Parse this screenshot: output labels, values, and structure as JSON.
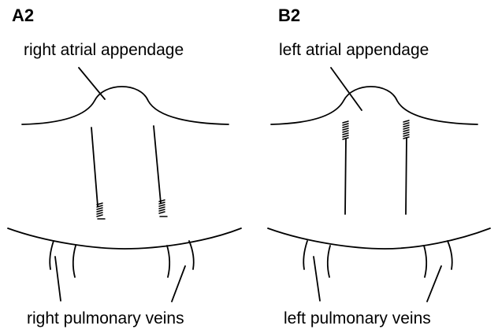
{
  "panels": [
    {
      "panel_label": "A2",
      "top_label": "right atrial appendage",
      "bottom_label": "right pulmonary veins"
    },
    {
      "panel_label": "B2",
      "top_label": "left atrial appendage",
      "bottom_label": "left pulmonary veins"
    }
  ]
}
